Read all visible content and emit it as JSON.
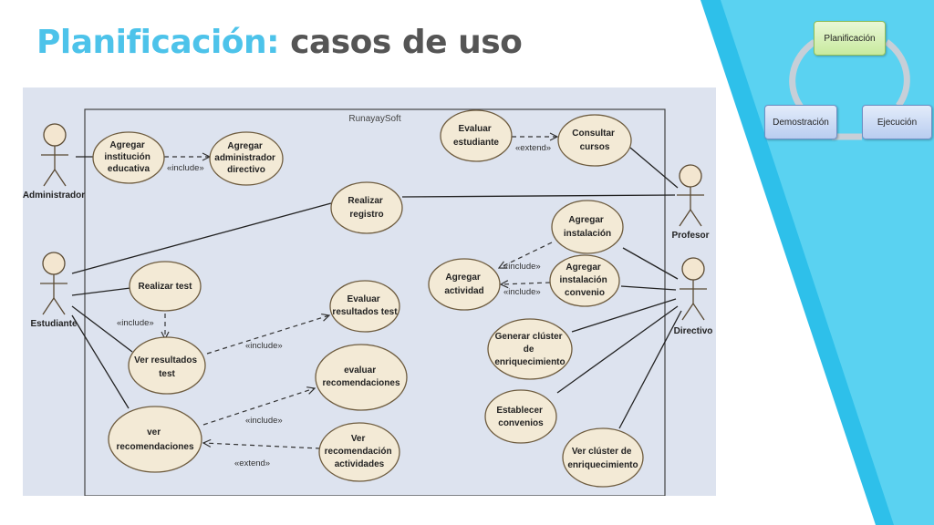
{
  "header": {
    "title_accent": "Planificación:",
    "title_rest": "casos de uso"
  },
  "cycle": {
    "steps": [
      "Planificación",
      "Ejecución",
      "Demostración"
    ]
  },
  "diagram": {
    "system_name": "RunayaySoft",
    "actors": [
      "Administrador",
      "Estudiante",
      "Profesor",
      "Directivo"
    ],
    "use_cases": {
      "agregar_institucion": [
        "Agregar",
        "institución",
        "educativa"
      ],
      "agregar_administrador": [
        "Agregar",
        "administrador",
        "directivo"
      ],
      "realizar_registro": [
        "Realizar",
        "registro"
      ],
      "realizar_test": [
        "Realizar test"
      ],
      "ver_resultados_test": [
        "Ver resultados",
        "test"
      ],
      "evaluar_resultados_test": [
        "Evaluar",
        "resultados test"
      ],
      "evaluar_recomendaciones": [
        "evaluar",
        "recomendaciones"
      ],
      "ver_recomendaciones": [
        "ver",
        "recomendaciones"
      ],
      "ver_recomendacion_actividades": [
        "Ver",
        "recomendación",
        "actividades"
      ],
      "evaluar_estudiante": [
        "Evaluar",
        "estudiante"
      ],
      "consultar_cursos": [
        "Consultar",
        "cursos"
      ],
      "agregar_instalacion": [
        "Agregar",
        "instalación"
      ],
      "agregar_instalacion_convenio": [
        "Agregar",
        "instalación",
        "convenio"
      ],
      "agregar_actividad": [
        "Agregar",
        "actividad"
      ],
      "generar_cluster": [
        "Generar clúster",
        "de",
        "enriquecimiento"
      ],
      "establecer_convenios": [
        "Establecer",
        "convenios"
      ],
      "ver_cluster": [
        "Ver clúster de",
        "enriquecimiento"
      ]
    },
    "relations": {
      "include": "«include»",
      "extend": "«extend»"
    }
  },
  "colors": {
    "accent": "#4dc3ea",
    "title_gray": "#555555",
    "panel_bg": "#dde3ef",
    "usecase_fill": "#f3ead6",
    "usecase_stroke": "#6e5c3f",
    "actor_fill": "#f3e6d0"
  }
}
